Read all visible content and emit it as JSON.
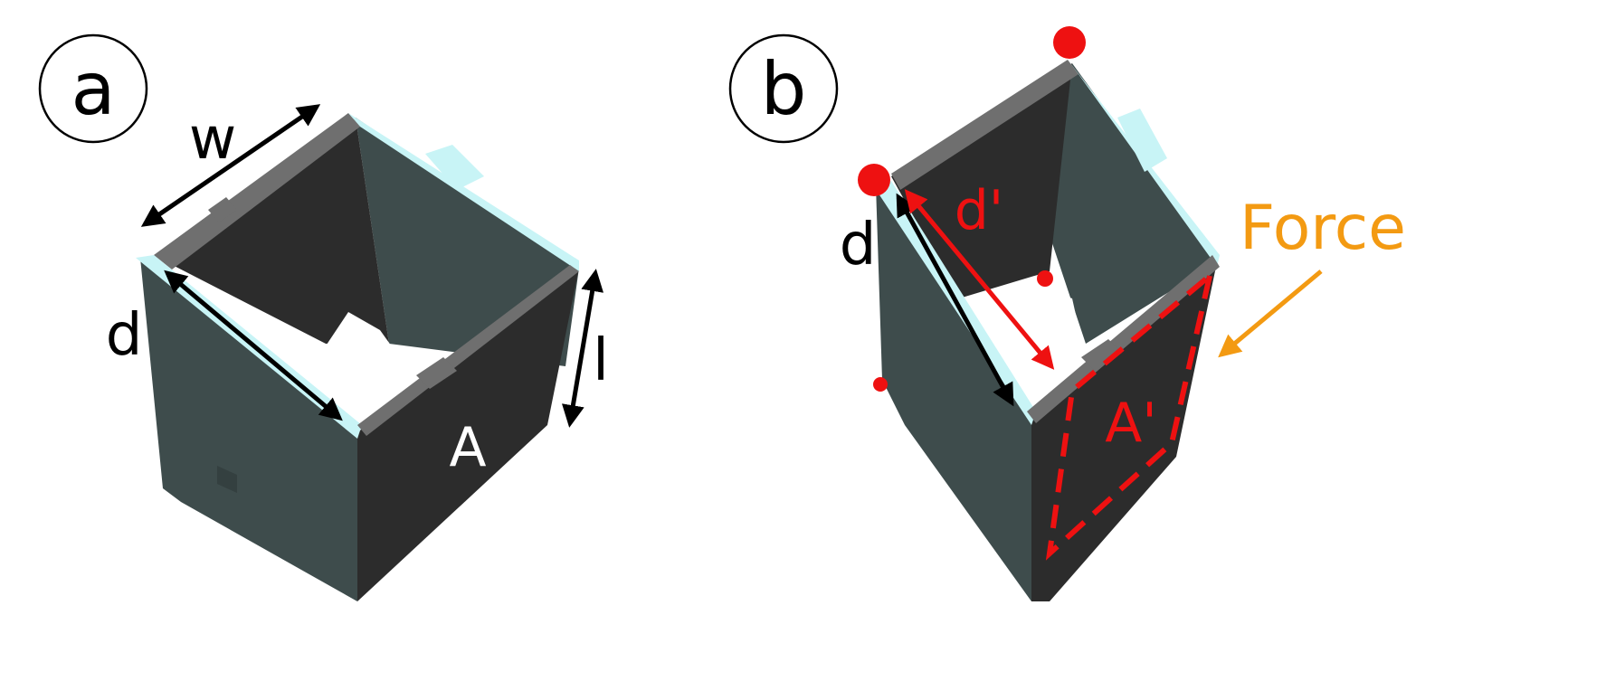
{
  "panel_a": {
    "badge": "a",
    "label_w": "w",
    "label_d": "d",
    "label_l": "l",
    "label_A": "A"
  },
  "panel_b": {
    "badge": "b",
    "label_d": "d",
    "label_d_prime": "d'",
    "label_A_prime": "A'",
    "label_force": "Force"
  },
  "colors": {
    "edge_cyan": "#c8f4f6",
    "dark_face": "#2c2c2c",
    "teal_face": "#3e4c4c",
    "grey_tab": "#6f6f6f",
    "red": "#ee1111",
    "orange": "#f39a12",
    "black": "#000000",
    "white": "#ffffff"
  }
}
